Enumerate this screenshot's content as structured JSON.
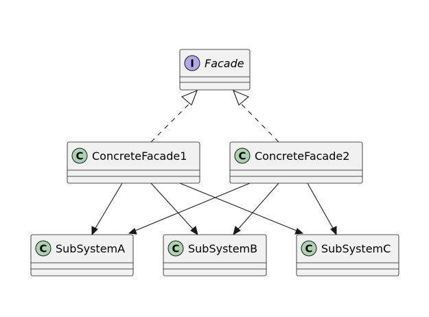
{
  "nodes": {
    "facade": {
      "name": "Facade",
      "stereotype_glyph": "I"
    },
    "concrete1": {
      "name": "ConcreteFacade1",
      "stereotype_glyph": "C"
    },
    "concrete2": {
      "name": "ConcreteFacade2",
      "stereotype_glyph": "C"
    },
    "subA": {
      "name": "SubSystemA",
      "stereotype_glyph": "C"
    },
    "subB": {
      "name": "SubSystemB",
      "stereotype_glyph": "C"
    },
    "subC": {
      "name": "SubSystemC",
      "stereotype_glyph": "C"
    }
  },
  "edges": [
    {
      "from": "concrete1",
      "to": "facade",
      "kind": "realization"
    },
    {
      "from": "concrete2",
      "to": "facade",
      "kind": "realization"
    },
    {
      "from": "concrete1",
      "to": "subA",
      "kind": "association"
    },
    {
      "from": "concrete1",
      "to": "subB",
      "kind": "association"
    },
    {
      "from": "concrete1",
      "to": "subC",
      "kind": "association"
    },
    {
      "from": "concrete2",
      "to": "subA",
      "kind": "association"
    },
    {
      "from": "concrete2",
      "to": "subB",
      "kind": "association"
    },
    {
      "from": "concrete2",
      "to": "subC",
      "kind": "association"
    }
  ],
  "colors": {
    "box_fill": "#f1f1f1",
    "interface_circle": "#b4a7e5",
    "class_circle": "#add1b2",
    "line": "#181818"
  }
}
